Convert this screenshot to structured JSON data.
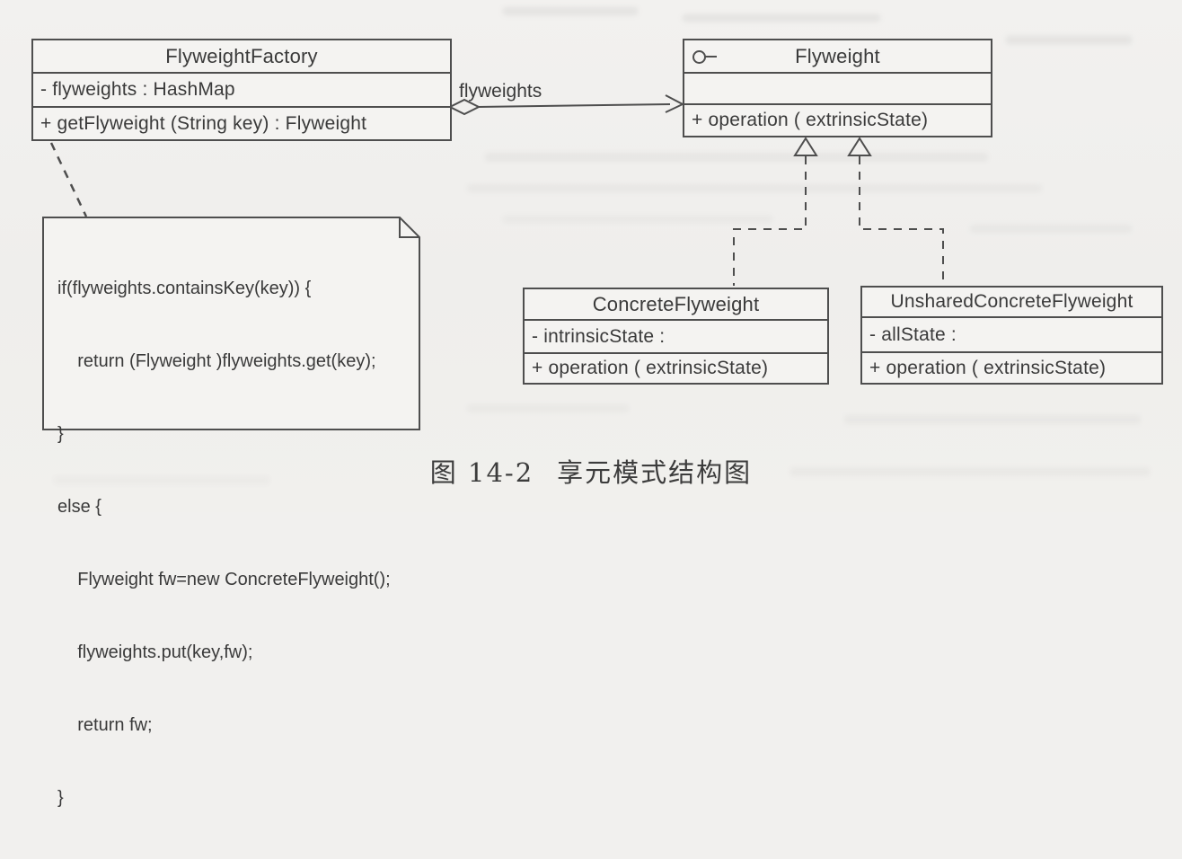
{
  "page": {
    "background_color": "#f1f0ee",
    "line_color": "#4e4e4e",
    "text_color": "#3a3a3a"
  },
  "classes": {
    "flyweight_factory": {
      "name": "FlyweightFactory",
      "attributes": [
        "- flyweights : HashMap"
      ],
      "methods": [
        "+ getFlyweight (String key) : Flyweight"
      ]
    },
    "flyweight": {
      "name": "Flyweight",
      "icon": "interface-lollipop",
      "attributes": [],
      "methods": [
        "+ operation ( extrinsicState)"
      ]
    },
    "concrete_flyweight": {
      "name": "ConcreteFlyweight",
      "attributes": [
        "- intrinsicState :"
      ],
      "methods": [
        "+ operation ( extrinsicState)"
      ]
    },
    "unshared_concrete_flyweight": {
      "name": "UnsharedConcreteFlyweight",
      "attributes": [
        "- allState :"
      ],
      "methods": [
        "+ operation ( extrinsicState)"
      ]
    }
  },
  "associations": {
    "factory_to_flyweight": {
      "label": "flyweights",
      "type": "aggregation-open-arrow"
    }
  },
  "generalizations": [
    {
      "from": "ConcreteFlyweight",
      "to": "Flyweight",
      "style": "dashed-realization"
    },
    {
      "from": "UnsharedConcreteFlyweight",
      "to": "Flyweight",
      "style": "dashed-realization"
    }
  ],
  "note": {
    "attached_to": "FlyweightFactory.getFlyweight",
    "code_lines": [
      "if(flyweights.containsKey(key)) {",
      "    return (Flyweight )flyweights.get(key);",
      "}",
      "else {",
      "    Flyweight fw=new ConcreteFlyweight();",
      "    flyweights.put(key,fw);",
      "    return fw;",
      "}"
    ]
  },
  "caption": {
    "figure_label": "图 14-2",
    "figure_title": "享元模式结构图"
  }
}
